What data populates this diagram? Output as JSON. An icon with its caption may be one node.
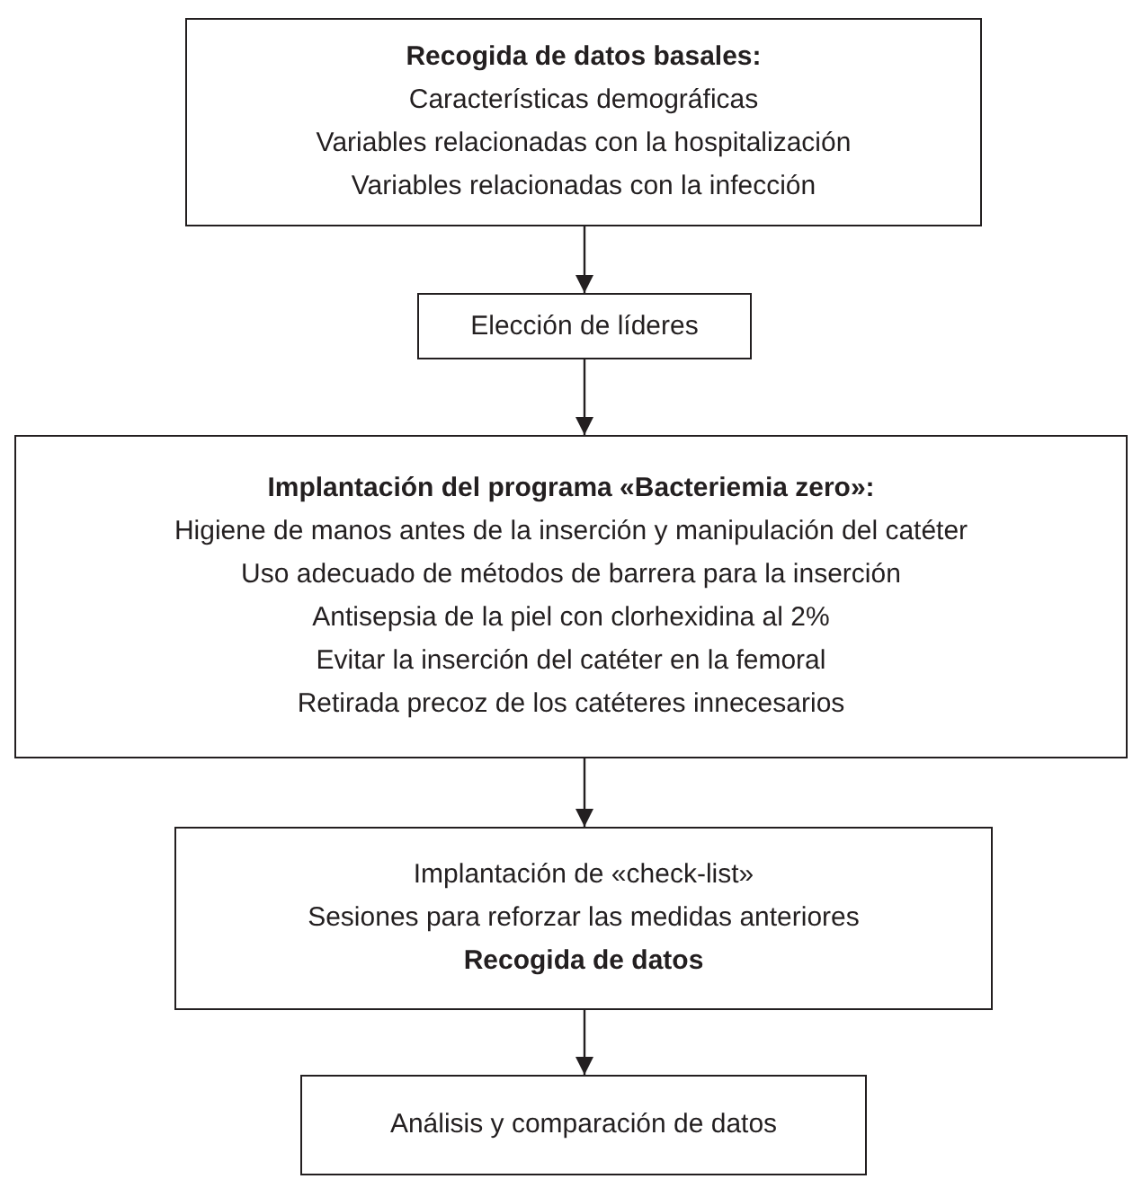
{
  "diagram": {
    "nodes": [
      {
        "text": [
          "**Recogida de datos basales:**",
          "Características demográficas",
          "Variables relacionadas con la hospitalización",
          "Variables relacionadas con la infección"
        ]
      },
      {
        "text": [
          "Elección de líderes"
        ]
      },
      {
        "text": [
          "**Implantación del programa «Bacteriemia zero»:**",
          "Higiene de manos antes de la inserción y manipulación del catéter",
          "Uso adecuado de métodos de barrera para la inserción",
          "Antisepsia de la piel con clorhexidina al 2%",
          "Evitar la inserción del catéter en la femoral",
          "Retirada precoz de los catéteres innecesarios"
        ]
      },
      {
        "text": [
          "Implantación de «check-list»",
          "Sesiones para reforzar las medidas anteriores",
          "**Recogida de datos**"
        ]
      },
      {
        "text": [
          "Análisis y comparación de datos"
        ]
      }
    ],
    "edges": [
      {
        "from": 0,
        "to": 1,
        "arrow": "to"
      },
      {
        "from": 1,
        "to": 2,
        "arrow": "to"
      },
      {
        "from": 2,
        "to": 3,
        "arrow": "to"
      },
      {
        "from": 3,
        "to": 4,
        "arrow": "to"
      }
    ]
  }
}
